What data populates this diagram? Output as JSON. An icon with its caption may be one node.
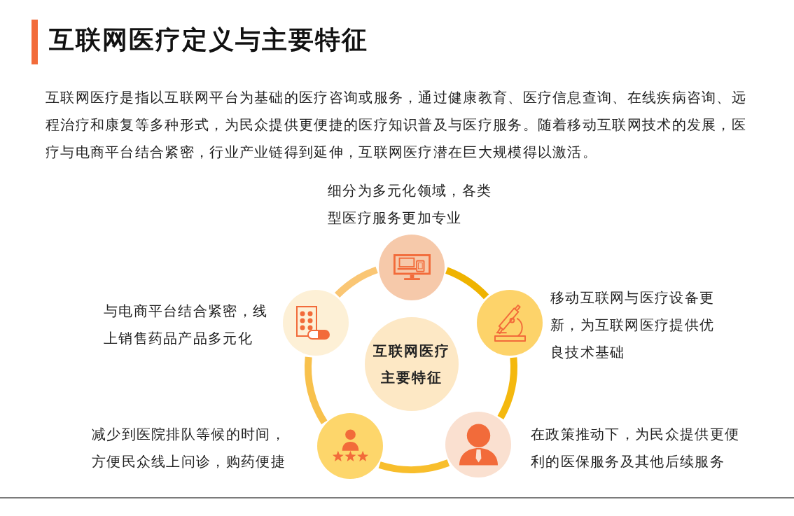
{
  "diagram": {
    "title": "互联网医疗定义与主要特征",
    "nodes": [
      {
        "text": [],
        "shape": "circle",
        "beside": [
          "细分为多元化领域，各类型医疗服务更加专业"
        ]
      },
      {
        "text": [],
        "shape": "circle",
        "beside": [
          "与电商平台结合紧密，线上销售药品产品多元化"
        ]
      },
      {
        "text": [],
        "shape": "circle",
        "beside": [
          "移动互联网与医疗设备更新，为互联网医疗提供优良技术基础"
        ]
      },
      {
        "text": [
          "互联网医疗主要特征"
        ]
      },
      {
        "text": [],
        "shape": "circle",
        "beside": [
          "减少到医院排队等候的时间，方便民众线上问诊，购药便捷"
        ]
      },
      {
        "text": [],
        "shape": "circle",
        "beside": [
          "在政策推动下，为民众提供更便利的医保服务及其他后续服务"
        ]
      }
    ],
    "edges": [
      {
        "from": 0,
        "to": 2,
        "arrow": "none",
        "color": "#efb300"
      },
      {
        "from": 2,
        "to": 5,
        "arrow": "none",
        "color": "#f4b80e"
      },
      {
        "from": 5,
        "to": 4,
        "arrow": "none",
        "color": "#f8be2c"
      },
      {
        "from": 4,
        "to": 1,
        "arrow": "none",
        "color": "#f8c14c"
      },
      {
        "from": 1,
        "to": 0,
        "arrow": "none",
        "color": "#fac674"
      }
    ],
    "labels": [
      "互联网医疗是指以互联网平台为基础的医疗咨询或服务，通过健康教育、医疗信息查询、在线疾病咨询、远程治疗和康复等多种形式，为民众提供更便捷的医疗知识普及与医疗服务。随着移动互联网技术的发展，医疗与电商平台结合紧密，行业产业链得到延伸，互联网医疗潜在巨大规模得以激活。"
    ]
  }
}
